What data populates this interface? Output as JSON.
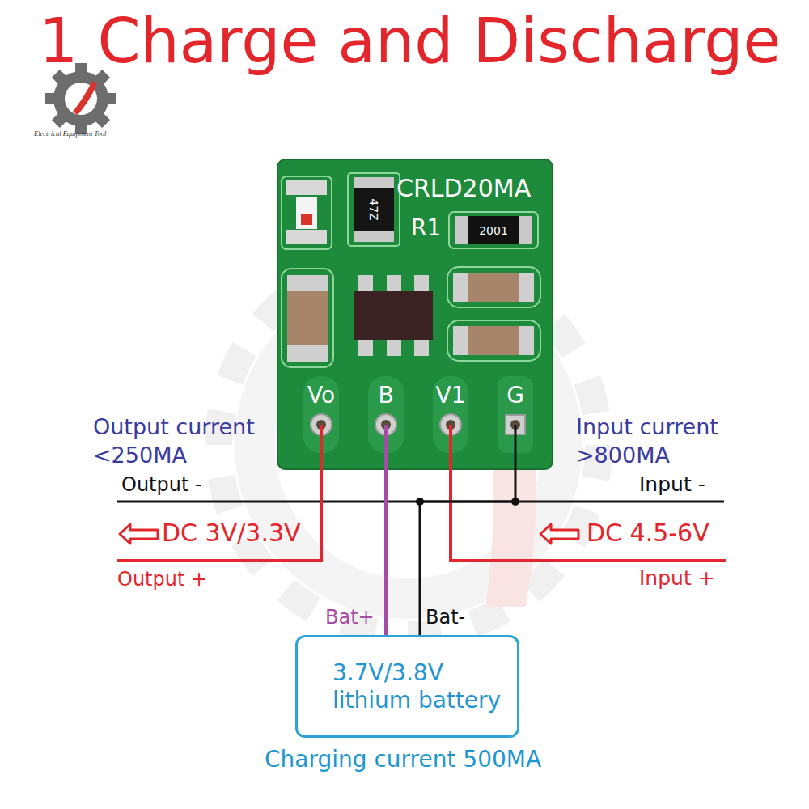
{
  "diagram": {
    "title": "1 Charge and Discharge",
    "nodes": [
      {
        "text": [
          "CRLD20MA",
          "R1",
          "47Z",
          "2001",
          "Vo",
          "B",
          "V1",
          "G"
        ]
      },
      {
        "text": [
          "3.7V/3.8V lithium battery"
        ]
      }
    ],
    "edges": [
      {
        "from": 0,
        "to": 1,
        "arrow": "none",
        "label": "Bat+"
      },
      {
        "from": 0,
        "to": 1,
        "arrow": "none",
        "label": "Bat-"
      }
    ],
    "labels": [
      "Electrical Equipment Tool",
      "Output current <250MA",
      "Input current >800MA",
      "Output -",
      "Input -",
      "DC 3V/3.3V",
      "DC 4.5-6V",
      "Output +",
      "Input +",
      "Charging current 500MA"
    ]
  }
}
